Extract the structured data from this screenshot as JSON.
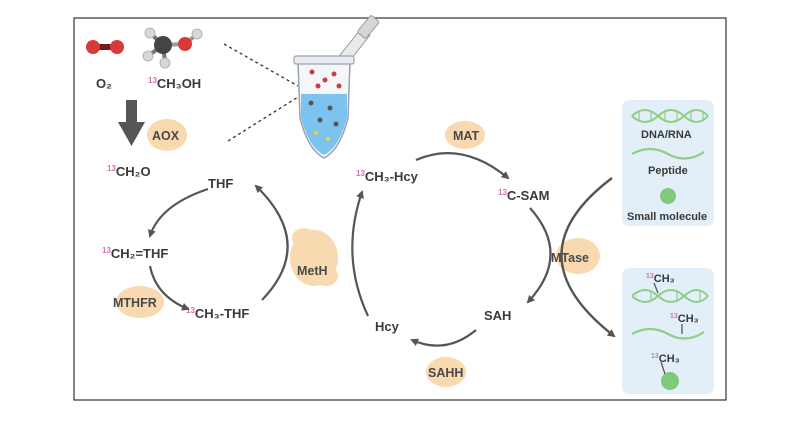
{
  "colors": {
    "isotope": "#d46fb5",
    "enzyme_blob": "#f8d9b0",
    "arrow": "#555555",
    "panel": "#e3eff8",
    "helix": "#8fce86",
    "frame": "#333333"
  },
  "isotope_mark": "13",
  "labels": {
    "o2": "O₂",
    "methanol": "CH₃OH",
    "formaldehyde": "CH₂O",
    "thf": "THF",
    "ch2_thf": "CH₂=THF",
    "ch3_thf": "CH₃-THF",
    "ch3_hcy": "CH₃-Hcy",
    "sam": "C-SAM",
    "sah": "SAH",
    "hcy": "Hcy"
  },
  "enzymes": {
    "aox": "AOX",
    "mthfr": "MTHFR",
    "meth": "MetH",
    "mat": "MAT",
    "mtase": "MTase",
    "sahh": "SAHH"
  },
  "substrates": {
    "dna_rna": "DNA/RNA",
    "peptide": "Peptide",
    "small_molecule": "Small molecule"
  },
  "products": {
    "methyl": "CH₃"
  }
}
